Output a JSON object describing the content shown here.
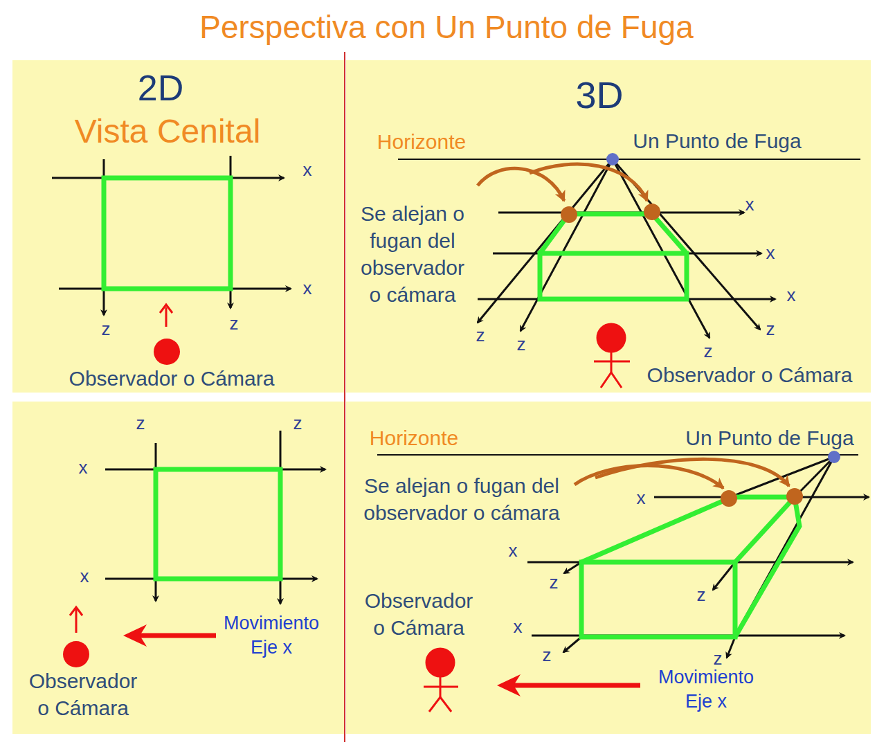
{
  "diagram": {
    "title": "Perspectiva con Un Punto de Fuga",
    "labels": [
      "2D",
      "Vista Cenital",
      "x",
      "x",
      "z",
      "z",
      "Observador o Cámara",
      "3D",
      "Horizonte",
      "Un Punto de Fuga",
      "Se alejan o fugan del observador o cámara",
      "x",
      "x",
      "x",
      "z",
      "z",
      "z",
      "z",
      "Observador o Cámara",
      "z",
      "z",
      "x",
      "x",
      "Movimiento Eje x",
      "Observador o Cámara",
      "Horizonte",
      "Un Punto de Fuga",
      "Se alejan o fugan del observador o cámara",
      "x",
      "x",
      "x",
      "z",
      "z",
      "z",
      "z",
      "Observador o Cámara",
      "Movimiento Eje x"
    ]
  }
}
